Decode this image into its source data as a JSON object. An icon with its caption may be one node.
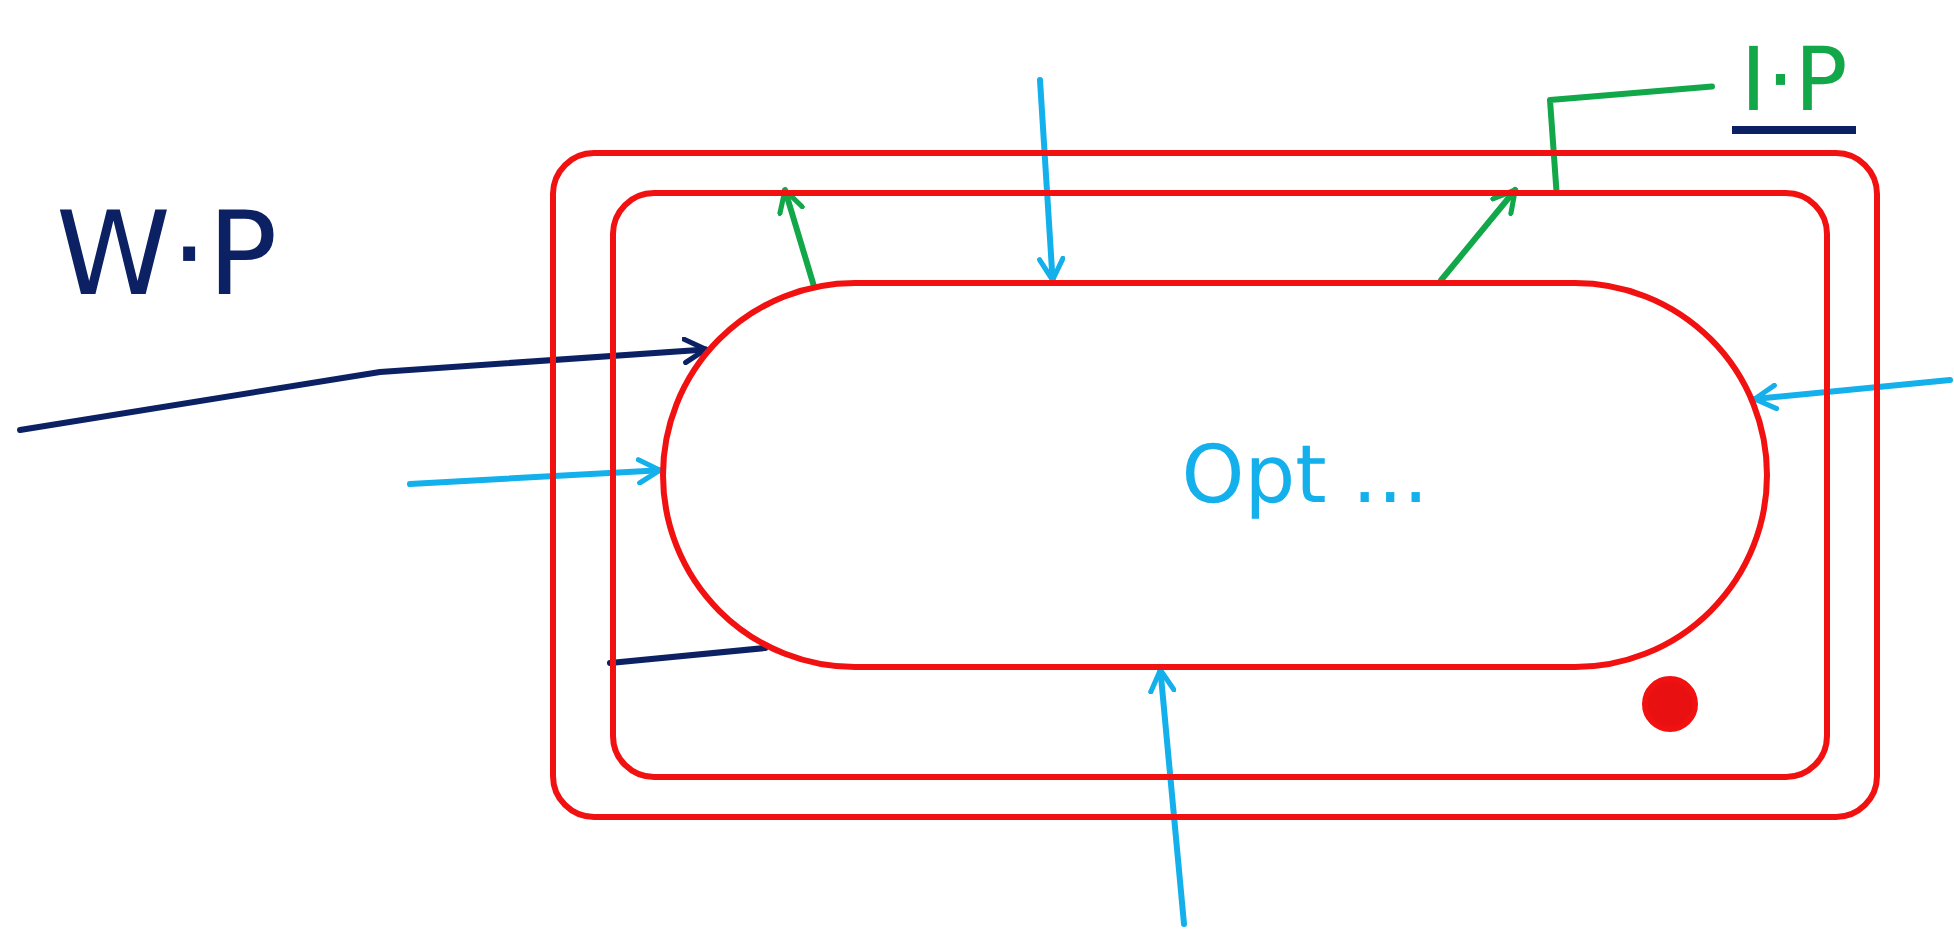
{
  "diagram": {
    "nodes": [
      {
        "text": [],
        "shape": "box"
      },
      {
        "text": [],
        "shape": "box",
        "in": 0
      },
      {
        "text": [
          "Opt ..."
        ],
        "in": 1
      },
      {
        "text": [
          "I·P"
        ]
      },
      {
        "text": [],
        "shape": "circle",
        "in": 1
      }
    ],
    "edges": [
      {
        "from": null,
        "to": 2,
        "arrow": "to",
        "color": "#0b2163"
      },
      {
        "from": 1,
        "to": 2,
        "arrow": "none",
        "color": "#0b2163"
      },
      {
        "from": null,
        "to": 2,
        "arrow": "to"
      },
      {
        "from": null,
        "to": 2,
        "arrow": "to"
      },
      {
        "from": null,
        "to": 2,
        "arrow": "to"
      },
      {
        "from": null,
        "to": 2,
        "arrow": "to"
      },
      {
        "from": 2,
        "to": 1,
        "arrow": "to",
        "color": "#12a84a"
      },
      {
        "from": 2,
        "to": 1,
        "arrow": "to",
        "color": "#12a84a"
      },
      {
        "from": 1,
        "to": 3,
        "arrow": "none",
        "color": "#12a84a"
      }
    ],
    "labels": [
      "W·P"
    ]
  }
}
